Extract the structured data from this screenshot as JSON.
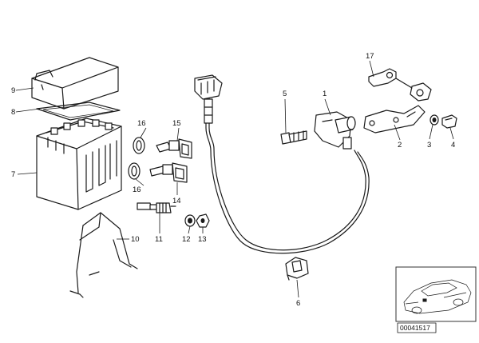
{
  "diagram": {
    "callouts": {
      "c1": "1",
      "c2": "2",
      "c3": "3",
      "c4": "4",
      "c5": "5",
      "c6": "6",
      "c7": "7",
      "c8": "8",
      "c9": "9",
      "c10": "10",
      "c11": "11",
      "c12": "12",
      "c13": "13",
      "c14": "14",
      "c15": "15",
      "c16a": "16",
      "c16b": "16",
      "c17": "17"
    },
    "reference_number": "00041517",
    "thumbnail": {
      "icon": "car-sedan-icon"
    }
  }
}
